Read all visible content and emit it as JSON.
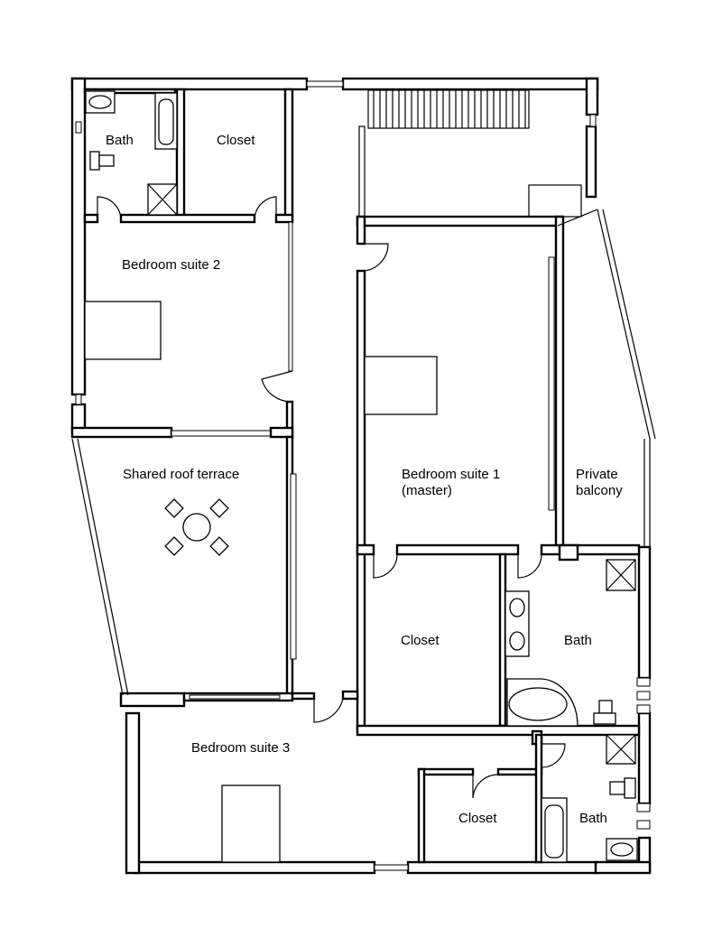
{
  "rooms": {
    "bath_nw": "Bath",
    "closet_n": "Closet",
    "bedroom_2": "Bedroom suite 2",
    "terrace": "Shared roof terrace",
    "bedroom_1_line1": "Bedroom suite 1",
    "bedroom_1_line2": "(master)",
    "balcony_line1": "Private",
    "balcony_line2": "balcony",
    "closet_master": "Closet",
    "bath_master": "Bath",
    "bedroom_3": "Bedroom suite 3",
    "closet_s": "Closet",
    "bath_se": "Bath"
  },
  "colors": {
    "line": "#000000",
    "background": "#ffffff"
  }
}
